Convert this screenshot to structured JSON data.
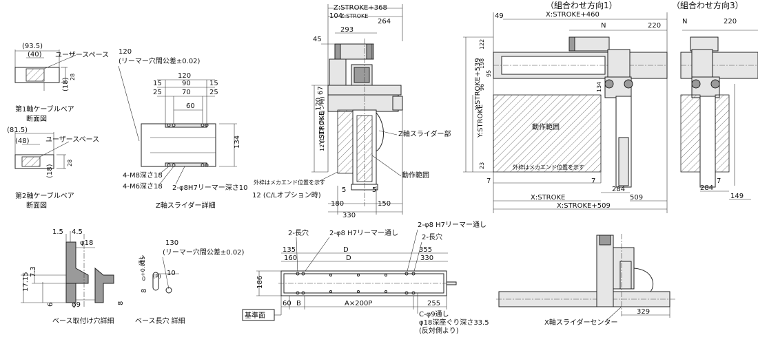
{
  "headers": {
    "combo1": "（組合わせ方向1）",
    "combo3": "（組合わせ方向3）"
  },
  "cable1": {
    "title": "第1軸ケーブルベア",
    "subtitle": "断面図",
    "d1": "(93.5)",
    "d2": "(40)",
    "d3": "28",
    "d4": "(18)",
    "space": "ユーザースペース"
  },
  "cable2": {
    "title": "第2軸ケーブルベア",
    "subtitle": "断面図",
    "d1": "(81.5)",
    "d2": "(48)",
    "d3": "28",
    "d4": "(18)",
    "space": "ユーザースペース"
  },
  "zslider": {
    "title": "Z軸スライダー詳細",
    "top1": "120",
    "top2": "(リーマー穴間公差±0.02)",
    "d120": "120",
    "d15a": "15",
    "d90": "90",
    "d15b": "15",
    "d25a": "25",
    "d70": "70",
    "d25b": "25",
    "d60": "60",
    "d134": "134",
    "m8": "4-M8深さ18",
    "m6": "4-M6深さ18",
    "reamer": "2-φ8H7リーマー深さ10"
  },
  "base_hole": {
    "title": "ベース取付け穴詳細",
    "d15": "1.5",
    "d45": "4.5",
    "d18": "φ18",
    "d73": "7.3",
    "d1715": "17.15",
    "d6": "6",
    "d9": "φ9",
    "d8": "8"
  },
  "slot": {
    "title": "ベース長穴 詳細",
    "d130": "130",
    "tol": "(リーマー穴間公差±0.02)",
    "d10": "10",
    "r": "(R)",
    "d8": "8",
    "tolsup": "+0.015",
    "tolinf": "0",
    "thru": "通し"
  },
  "side": {
    "zstroke368": "Z:STROKE+368",
    "d104": "104",
    "zstroke": "Z:STROKE",
    "d264": "264",
    "d293": "293",
    "d45": "45",
    "d120": "120",
    "d67": "67",
    "yopt": "12 (C/Lオプション時)",
    "ystroke": "Y:STROKE",
    "d5a": "5",
    "d5b": "5",
    "d180": "180",
    "d150": "150",
    "d330": "330",
    "copt": "12 (C/Lオプション時)",
    "frame": "外枠はメカエンド位置を示す",
    "range": "動作範囲",
    "zslider": "Z軸スライダー部"
  },
  "front": {
    "d49": "49",
    "xstroke460": "X:STROKE+460",
    "n": "N",
    "d220": "220",
    "d122": "122",
    "d198": "198",
    "d95": "95",
    "d96": "96",
    "d134": "134",
    "d23": "23",
    "ystroke539": "Y:STROKE+539",
    "ystroke": "Y:STROKE",
    "range": "動作範囲",
    "frame": "外枠はメカエンド位置を示す",
    "d7a": "7",
    "d7b": "7",
    "d284": "284",
    "d509": "509",
    "xstroke": "X:STROKE",
    "xstroke509": "X:STROKE+509"
  },
  "combo3": {
    "n": "N",
    "d220": "220",
    "d7": "7",
    "d284": "284",
    "d149": "149"
  },
  "bottom": {
    "slot2a": "2-長穴",
    "reamer1": "2-φ8 H7リーマー通し",
    "reamer2": "2-φ8 H7リーマー通し",
    "slot2b": "2-長穴",
    "d135": "135",
    "d160": "160",
    "dD1": "D",
    "dD2": "D",
    "d355": "355",
    "d330": "330",
    "d186": "186",
    "d60": "60",
    "dB": "B",
    "dA": "A×200P",
    "d255": "255",
    "ref": "基準面",
    "c1": "C-φ9通し",
    "c2": "φ18深座ぐり深さ33.5",
    "c3": "(反対側より)"
  },
  "xcenter": {
    "label": "X軸スライダーセンター",
    "d329": "329"
  }
}
